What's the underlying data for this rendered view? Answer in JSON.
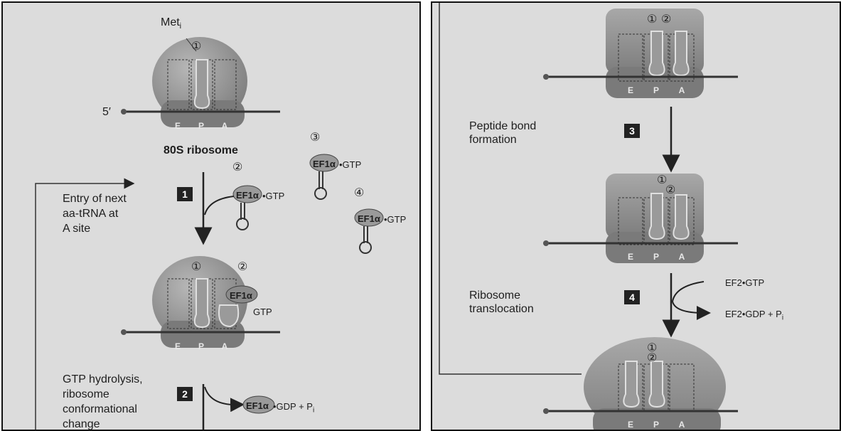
{
  "left": {
    "met_label": "Met",
    "met_sub": "i",
    "five_prime": "5′",
    "ribosome_label": "80S ribosome",
    "sites": [
      "E",
      "P",
      "A"
    ],
    "circled": {
      "one": "①",
      "two": "②",
      "three": "③",
      "four": "④"
    },
    "step1": {
      "num": "1",
      "text": [
        "Entry of next",
        "aa-tRNA at",
        "A site"
      ]
    },
    "step2": {
      "num": "2",
      "text": [
        "GTP hydrolysis,",
        "ribosome",
        "conformational",
        "change"
      ]
    },
    "ef1a": "EF1α",
    "gtp_suffix": "•GTP",
    "gtp_bound": "GTP",
    "gdp_suffix": "•GDP + P",
    "gdp_sub": "i"
  },
  "right": {
    "sites": [
      "E",
      "P",
      "A"
    ],
    "circled": {
      "one": "①",
      "two": "②"
    },
    "step3": {
      "num": "3",
      "text": [
        "Peptide bond",
        "formation"
      ]
    },
    "step4": {
      "num": "4",
      "text": [
        "Ribosome",
        "translocation"
      ]
    },
    "ef2_gtp": "EF2•GTP",
    "ef2_gdp": "EF2•GDP + P",
    "ef2_gdp_sub": "i"
  }
}
